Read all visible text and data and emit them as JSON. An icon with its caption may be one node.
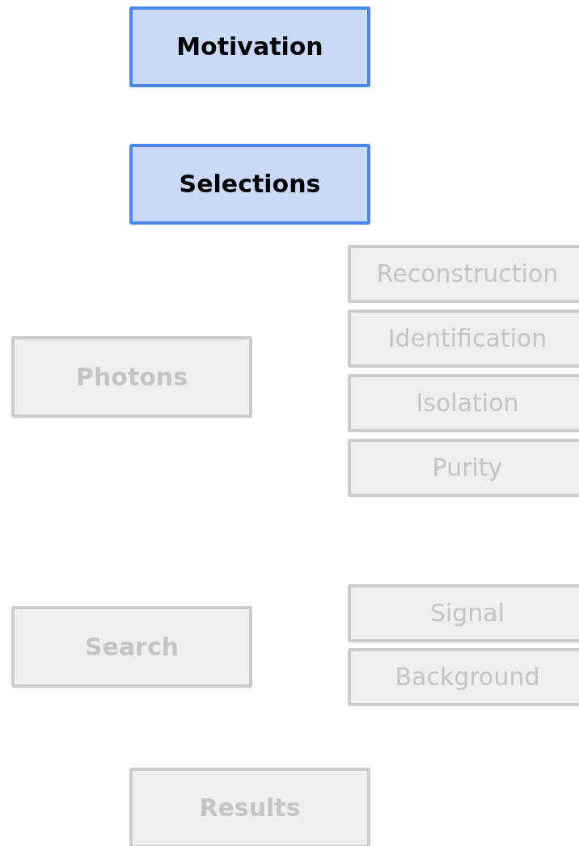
{
  "diagram": {
    "nodes": [
      {
        "text": [
          "Motivation"
        ]
      },
      {
        "text": [
          "Selections"
        ]
      },
      {
        "text": [
          "Photons"
        ]
      },
      {
        "text": [
          "Reconstruction"
        ]
      },
      {
        "text": [
          "Identification"
        ]
      },
      {
        "text": [
          "Isolation"
        ]
      },
      {
        "text": [
          "Purity"
        ]
      },
      {
        "text": [
          "Search"
        ]
      },
      {
        "text": [
          "Signal"
        ]
      },
      {
        "text": [
          "Background"
        ]
      },
      {
        "text": [
          "Results"
        ]
      }
    ]
  }
}
